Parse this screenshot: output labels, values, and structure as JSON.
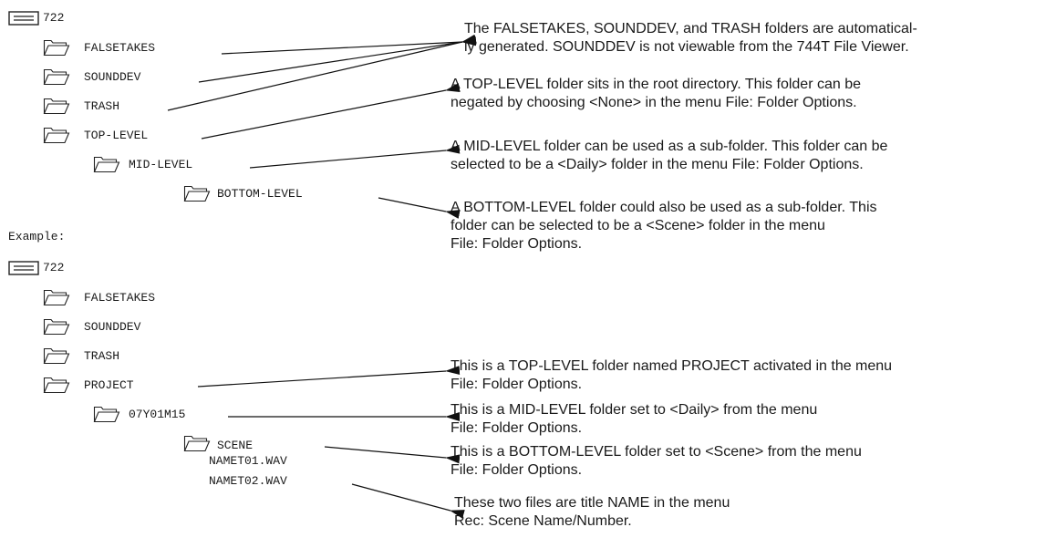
{
  "tree1": {
    "root": "722",
    "items": [
      "FALSETAKES",
      "SOUNDDEV",
      "TRASH",
      "TOP-LEVEL",
      "MID-LEVEL",
      "BOTTOM-LEVEL"
    ]
  },
  "example_label": "Example:",
  "tree2": {
    "root": "722",
    "items": [
      "FALSETAKES",
      "SOUNDDEV",
      "TRASH",
      "PROJECT",
      "07Y01M15",
      "SCENE"
    ],
    "files": [
      "NAMET01.WAV",
      "NAMET02.WAV"
    ]
  },
  "notes": [
    [
      "The FALSETAKES, SOUNDDEV, and TRASH folders are automatical-",
      "ly generated. SOUNDDEV is not viewable from the 744T File Viewer."
    ],
    [
      "A TOP-LEVEL folder sits in the root directory. This folder can be",
      "negated by choosing <None> in the menu File: Folder Options."
    ],
    [
      "A MID-LEVEL folder can be used as a sub-folder. This folder can be",
      "selected to be a <Daily> folder in the menu File: Folder Options."
    ],
    [
      "A BOTTOM-LEVEL folder could also be used as a sub-folder. This",
      "folder can be selected to be a <Scene> folder in the menu",
      "File: Folder Options."
    ],
    [
      "This is a TOP-LEVEL folder named PROJECT activated in the menu",
      "File: Folder Options."
    ],
    [
      "This is a MID-LEVEL folder set to <Daily> from the menu",
      "File: Folder Options."
    ],
    [
      "This is a BOTTOM-LEVEL folder set to <Scene> from the menu",
      "File: Folder Options."
    ],
    [
      "These two files are title NAME in the menu",
      "Rec: Scene Name/Number."
    ]
  ],
  "icons": {
    "drive": "drive-icon",
    "folder": "folder-icon"
  }
}
